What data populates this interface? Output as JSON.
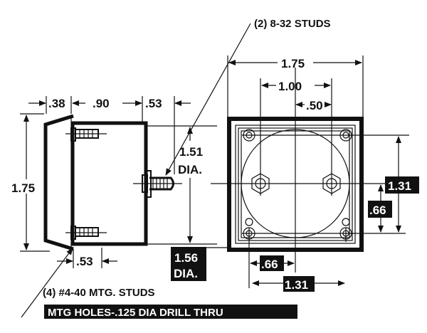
{
  "title": "Panel meter mounting dimensions",
  "side_view": {
    "dim_bezel_depth": ".38",
    "dim_body_depth": ".90",
    "dim_stud_length": ".53",
    "dim_height": "1.75",
    "dim_body_dia": "1.51",
    "dim_body_dia_suffix": "DIA.",
    "dim_cutout_dia": "1.56",
    "dim_cutout_dia_suffix": "DIA.",
    "dim_mtg_stud_length": ".53"
  },
  "front_view": {
    "dim_width": "1.75",
    "dim_stud_spacing": "1.00",
    "dim_stud_offset": ".50",
    "dim_mtg_vertical": "1.31",
    "dim_mtg_vertical_half": ".66",
    "dim_mtg_horizontal_half": ".66",
    "dim_mtg_horizontal": "1.31"
  },
  "callouts": {
    "studs": "(2) 8-32 STUDS",
    "mtg_studs": "(4) #4-40 MTG. STUDS",
    "mtg_holes": "MTG HOLES-.125 DIA DRILL THRU"
  }
}
